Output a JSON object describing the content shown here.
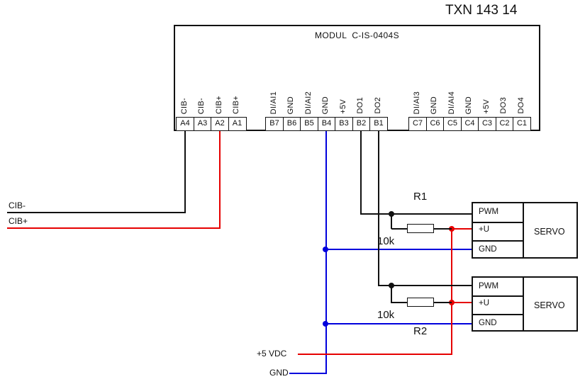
{
  "title": "TXN 143 14",
  "module": {
    "name": "MODUL  C-IS-0404S",
    "groups": {
      "a": {
        "terminals": [
          "A4",
          "A3",
          "A2",
          "A1"
        ],
        "pins": [
          "CIB-",
          "CIB-",
          "CIB+",
          "CIB+"
        ]
      },
      "b": {
        "terminals": [
          "B7",
          "B6",
          "B5",
          "B4",
          "B3",
          "B2",
          "B1"
        ],
        "pins": [
          "DI/AI1",
          "GND",
          "DI/AI2",
          "GND",
          "+5V",
          "DO1",
          "DO2"
        ]
      },
      "c": {
        "terminals": [
          "C7",
          "C6",
          "C5",
          "C4",
          "C3",
          "C2",
          "C1"
        ],
        "pins": [
          "DI/AI3",
          "GND",
          "DI/AI4",
          "GND",
          "+5V",
          "DO3",
          "DO4"
        ]
      }
    }
  },
  "net_labels": {
    "cib_minus": "CIB-",
    "cib_plus": "CIB+",
    "plus5vdc": "+5 VDC",
    "gnd": "GND"
  },
  "resistors": {
    "r1": {
      "ref": "R1",
      "value": "10k"
    },
    "r2": {
      "ref": "R2",
      "value": "10k"
    }
  },
  "servos": {
    "servo1": {
      "pins": [
        "PWM",
        "+U",
        "GND"
      ],
      "label": "SERVO"
    },
    "servo2": {
      "pins": [
        "PWM",
        "+U",
        "GND"
      ],
      "label": "SERVO"
    }
  },
  "colors": {
    "wire_black": "#111111",
    "wire_red": "#e60000",
    "wire_blue": "#0000dd"
  }
}
